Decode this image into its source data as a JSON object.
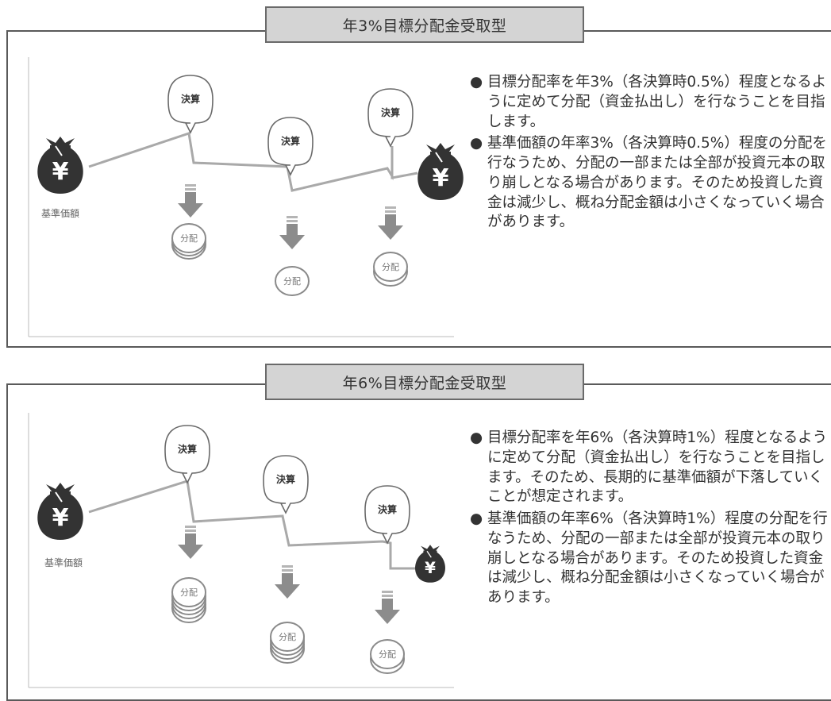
{
  "sections": [
    {
      "title": "年3%目標分配金受取型",
      "settlement_label": "決算",
      "distribution_label": "分配",
      "nav_label": "基準価額",
      "bullets": [
        "目標分配率を年3%（各決算時0.5%）程度となるように定めて分配（資金払出し）を行なうことを目指します。",
        "基準価額の年率3%（各決算時0.5%）程度の分配を行なうため、分配の一部または全部が投資元本の取り崩しとなる場合があります。そのため投資した資金は減少し、概ね分配金額は小さくなっていく場合があります。"
      ]
    },
    {
      "title": "年6%目標分配金受取型",
      "settlement_label": "決算",
      "distribution_label": "分配",
      "nav_label": "基準価額",
      "bullets": [
        "目標分配率を年6%（各決算時1%）程度となるように定めて分配（資金払出し）を行なうことを目指します。そのため、長期的に基準価額が下落していくことが想定されます。",
        "基準価額の年率6%（各決算時1%）程度の分配を行なうため、分配の一部または全部が投資元本の取り崩しとなる場合があります。そのため投資した資金は減少し、概ね分配金額は小さくなっていく場合があります。"
      ]
    }
  ],
  "bullet_symbol": "●",
  "currency_symbol": "¥",
  "colors": {
    "bag": "#333333",
    "line": "#a9a9a9",
    "arrow": "#8c8c8c",
    "title_bg": "#d4d4d4"
  },
  "icons": [
    "money-bag-icon",
    "speech-bubble-icon",
    "down-arrow-icon",
    "coin-stack-icon"
  ]
}
